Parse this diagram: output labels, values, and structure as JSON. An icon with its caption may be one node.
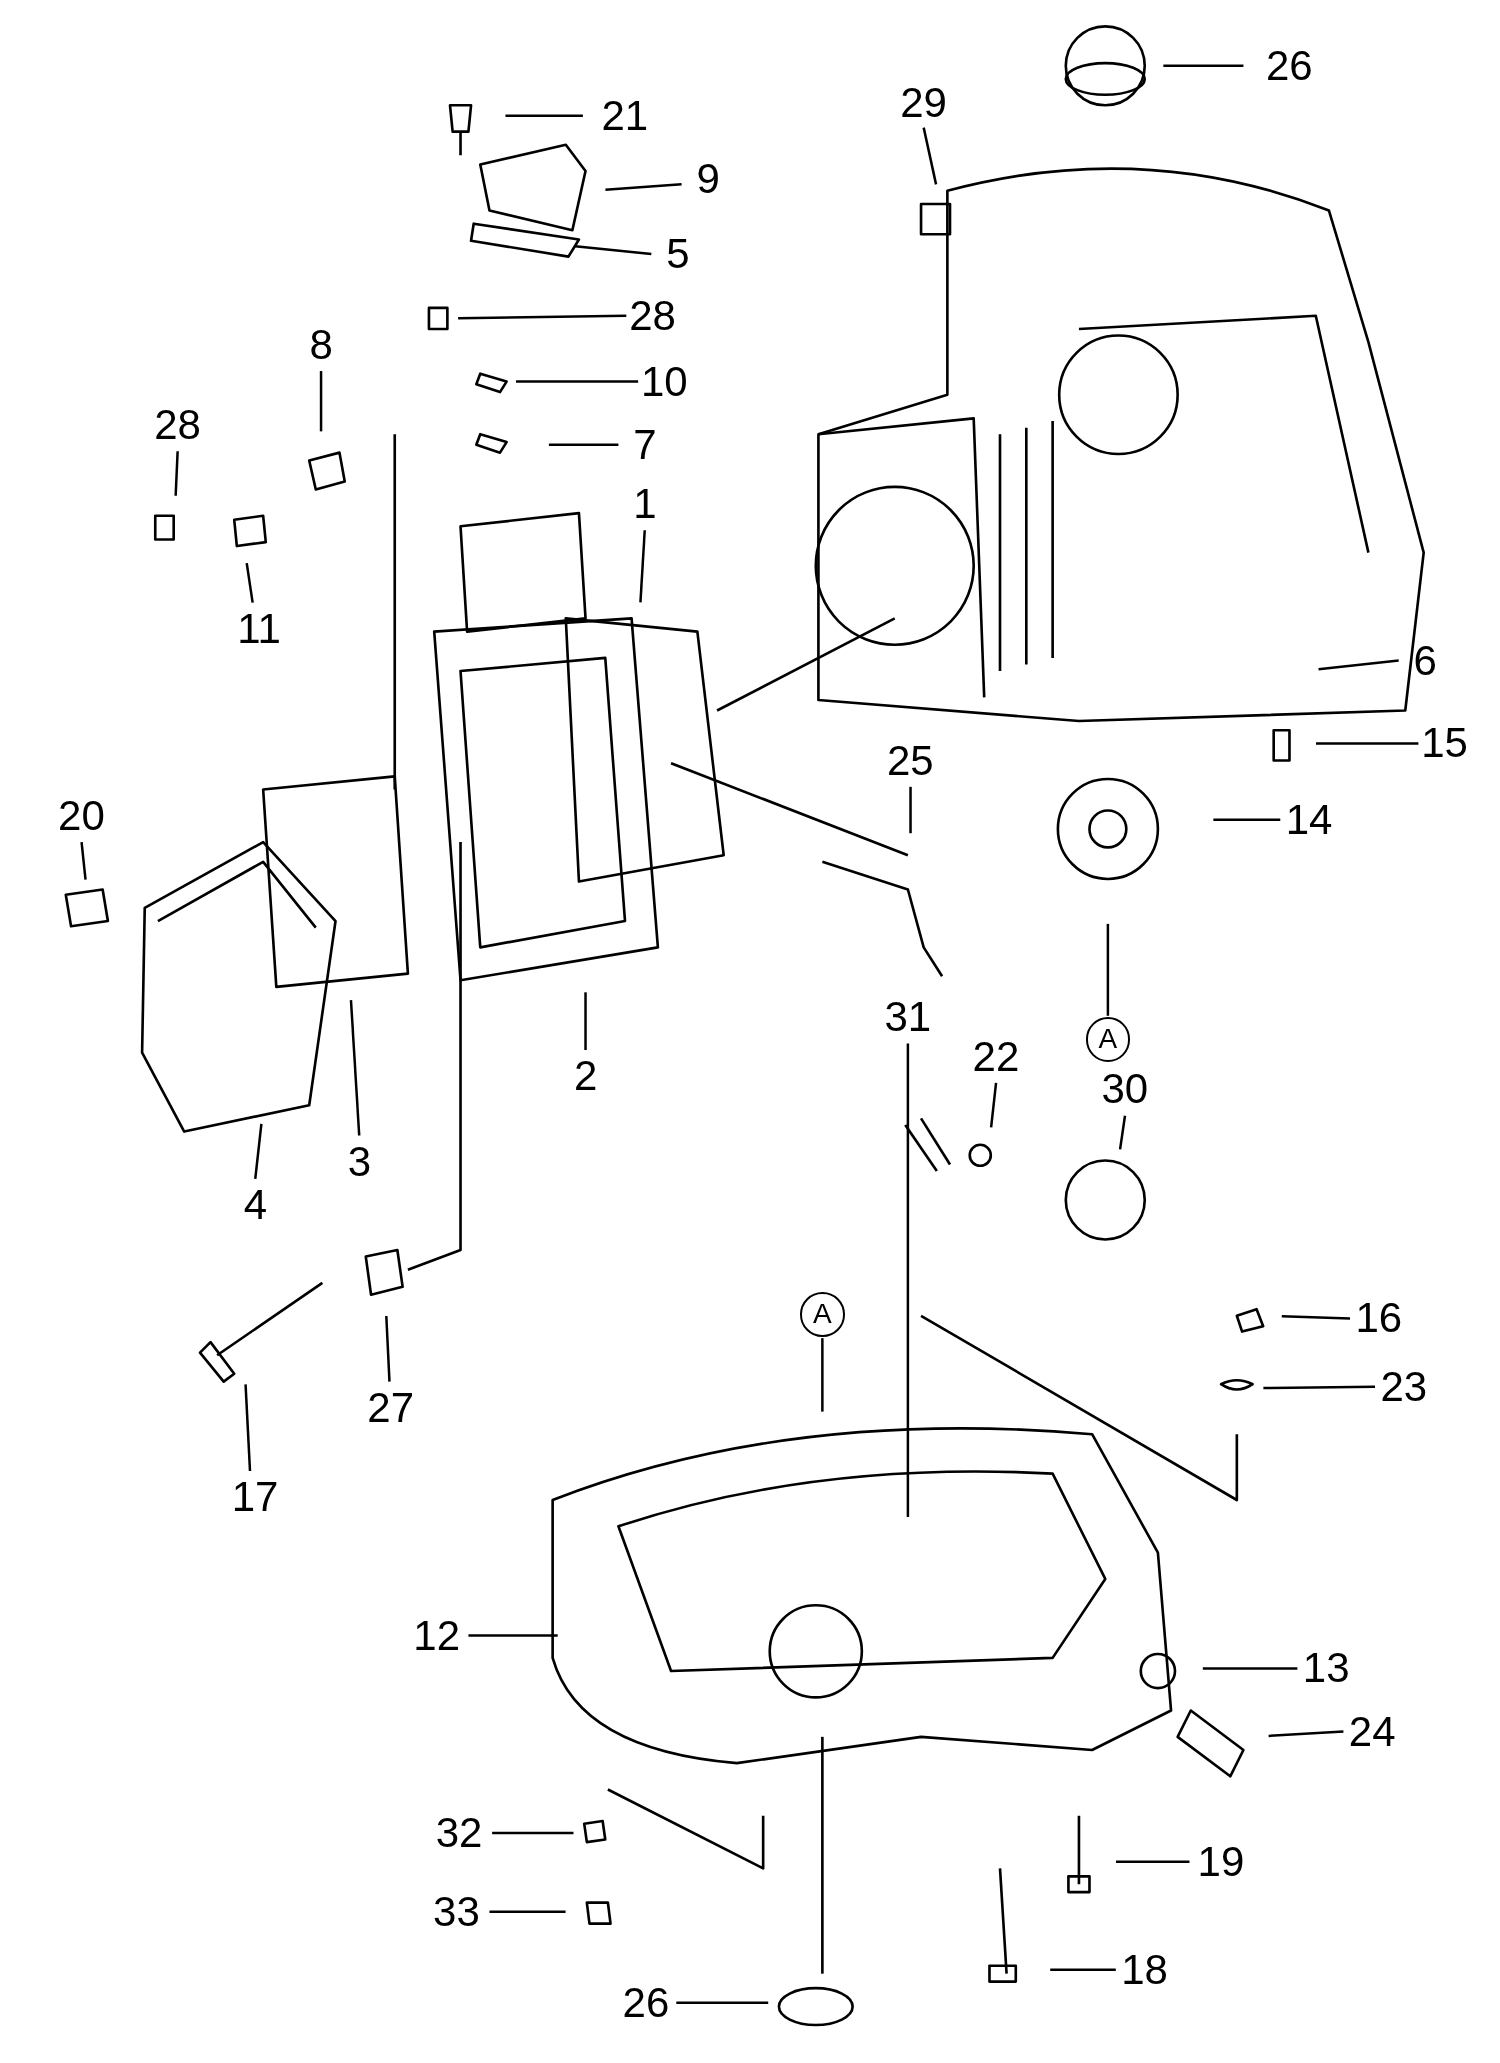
{
  "diagram": {
    "nodes": [
      {
        "text": [
          "26"
        ]
      },
      {
        "text": [
          "29"
        ]
      },
      {
        "text": [
          "21"
        ]
      },
      {
        "text": [
          "9"
        ]
      },
      {
        "text": [
          "5"
        ]
      },
      {
        "text": [
          "28"
        ]
      },
      {
        "text": [
          "8"
        ]
      },
      {
        "text": [
          "10"
        ]
      },
      {
        "text": [
          "28"
        ]
      },
      {
        "text": [
          "7"
        ]
      },
      {
        "text": [
          "1"
        ]
      },
      {
        "text": [
          "11"
        ]
      },
      {
        "text": [
          "6"
        ]
      },
      {
        "text": [
          "15"
        ]
      },
      {
        "text": [
          "25"
        ]
      },
      {
        "text": [
          "20"
        ]
      },
      {
        "text": [
          "14"
        ]
      },
      {
        "text": [
          "A"
        ]
      },
      {
        "text": [
          "31"
        ]
      },
      {
        "text": [
          "22"
        ]
      },
      {
        "text": [
          "2"
        ]
      },
      {
        "text": [
          "30"
        ]
      },
      {
        "text": [
          "3"
        ]
      },
      {
        "text": [
          "4"
        ]
      },
      {
        "text": [
          "A"
        ]
      },
      {
        "text": [
          "16"
        ]
      },
      {
        "text": [
          "23"
        ]
      },
      {
        "text": [
          "27"
        ]
      },
      {
        "text": [
          "17"
        ]
      },
      {
        "text": [
          "12"
        ]
      },
      {
        "text": [
          "13"
        ]
      },
      {
        "text": [
          "24"
        ]
      },
      {
        "text": [
          "32"
        ]
      },
      {
        "text": [
          "19"
        ]
      },
      {
        "text": [
          "33"
        ]
      },
      {
        "text": [
          "18"
        ]
      },
      {
        "text": [
          "26"
        ]
      }
    ],
    "edges": [
      {
        "from": 0,
        "to": null,
        "arrow": "none"
      },
      {
        "from": 1,
        "to": null,
        "arrow": "none"
      },
      {
        "from": 2,
        "to": null,
        "arrow": "none"
      },
      {
        "from": 3,
        "to": null,
        "arrow": "none"
      },
      {
        "from": 4,
        "to": null,
        "arrow": "none"
      },
      {
        "from": 5,
        "to": null,
        "arrow": "none"
      },
      {
        "from": 6,
        "to": null,
        "arrow": "none"
      },
      {
        "from": 7,
        "to": null,
        "arrow": "none"
      },
      {
        "from": 8,
        "to": null,
        "arrow": "none"
      },
      {
        "from": 9,
        "to": null,
        "arrow": "none"
      },
      {
        "from": 10,
        "to": null,
        "arrow": "none"
      },
      {
        "from": 11,
        "to": null,
        "arrow": "none"
      },
      {
        "from": 12,
        "to": null,
        "arrow": "none"
      },
      {
        "from": 13,
        "to": null,
        "arrow": "none"
      },
      {
        "from": 14,
        "to": null,
        "arrow": "none"
      },
      {
        "from": 15,
        "to": null,
        "arrow": "none"
      },
      {
        "from": 16,
        "to": null,
        "arrow": "none"
      },
      {
        "from": 17,
        "to": null,
        "arrow": "none"
      },
      {
        "from": 18,
        "to": null,
        "arrow": "none"
      },
      {
        "from": 19,
        "to": null,
        "arrow": "none"
      },
      {
        "from": 20,
        "to": null,
        "arrow": "none"
      },
      {
        "from": 21,
        "to": null,
        "arrow": "none"
      },
      {
        "from": 22,
        "to": null,
        "arrow": "none"
      },
      {
        "from": 23,
        "to": null,
        "arrow": "none"
      },
      {
        "from": 24,
        "to": null,
        "arrow": "none"
      },
      {
        "from": 25,
        "to": null,
        "arrow": "none"
      },
      {
        "from": 26,
        "to": null,
        "arrow": "none"
      },
      {
        "from": 27,
        "to": null,
        "arrow": "none"
      },
      {
        "from": 28,
        "to": null,
        "arrow": "none"
      },
      {
        "from": 29,
        "to": null,
        "arrow": "none"
      },
      {
        "from": 30,
        "to": null,
        "arrow": "none"
      },
      {
        "from": 31,
        "to": null,
        "arrow": "none"
      },
      {
        "from": 32,
        "to": null,
        "arrow": "none"
      },
      {
        "from": 33,
        "to": null,
        "arrow": "none"
      },
      {
        "from": 34,
        "to": null,
        "arrow": "none"
      },
      {
        "from": 35,
        "to": null,
        "arrow": "none"
      },
      {
        "from": 36,
        "to": null,
        "arrow": "none"
      }
    ]
  }
}
